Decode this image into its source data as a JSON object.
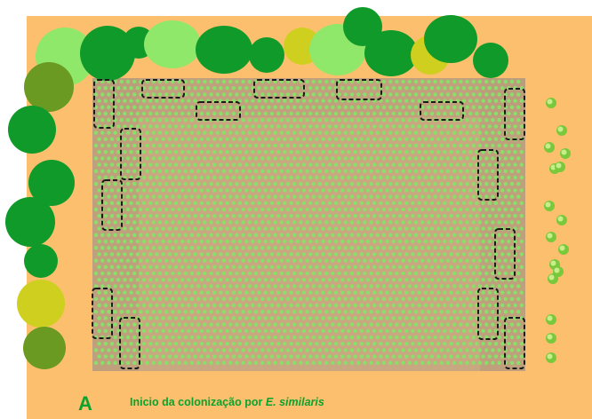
{
  "figure": {
    "panel_letter": "A",
    "caption_prefix": "Inicio da colonização por ",
    "caption_species": "E. similaris"
  },
  "colors": {
    "background": "#fcbf6e",
    "field": "#c9a780",
    "crop_plant": "#88e06a",
    "tree_dark": "#0f9a2a",
    "tree_light": "#8fe86a",
    "tree_olive": "#6a9a22",
    "tree_yellow": "#cfcf20",
    "caption": "#0aa32e",
    "patch_outline": "#1a1a1a"
  },
  "legend_icons": [
    "crop-field",
    "border-trees",
    "infestation-patches",
    "cabbage-plants"
  ]
}
